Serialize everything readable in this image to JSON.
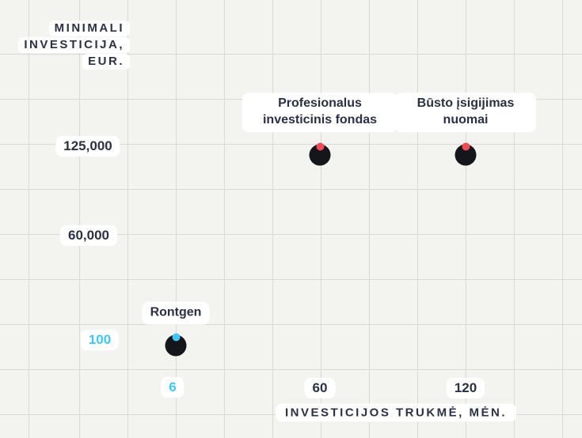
{
  "chart_data": {
    "type": "scatter",
    "title": "",
    "xlabel": "INVESTICIJOS TRUKMĖ, MĖN.",
    "ylabel": "MINIMALI INVESTICIJA, EUR.",
    "x_ticks": [
      "6",
      "60",
      "120"
    ],
    "y_ticks": [
      "125,000",
      "60,000",
      "100"
    ],
    "grid": true,
    "legend": "none",
    "points": [
      {
        "name": "Rontgen",
        "x_months": 6,
        "y_eur": 100,
        "marker_color": "#14161c",
        "dot_color": "#3ec8f5"
      },
      {
        "name": "Profesionalus investicinis fondas",
        "x_months": 60,
        "y_eur": 125000,
        "marker_color": "#14161c",
        "dot_color": "#f04b50"
      },
      {
        "name": "Būsto įsigijimas nuomai",
        "x_months": 120,
        "y_eur": 125000,
        "marker_color": "#14161c",
        "dot_color": "#f04b50"
      }
    ]
  },
  "axis_titles": {
    "y_line1": "MINIMALI",
    "y_line2": "INVESTICIJA,",
    "y_line3": "EUR.",
    "x_title": "INVESTICIJOS TRUKMĖ, MĖN."
  },
  "colors": {
    "background": "#f3f4f0",
    "grid": "#d7dad3",
    "text_dark": "#2b3044",
    "accent_cyan": "#3ec8f5",
    "accent_red": "#f04b50",
    "marker_black": "#14161c",
    "label_chip": "#ffffff"
  }
}
